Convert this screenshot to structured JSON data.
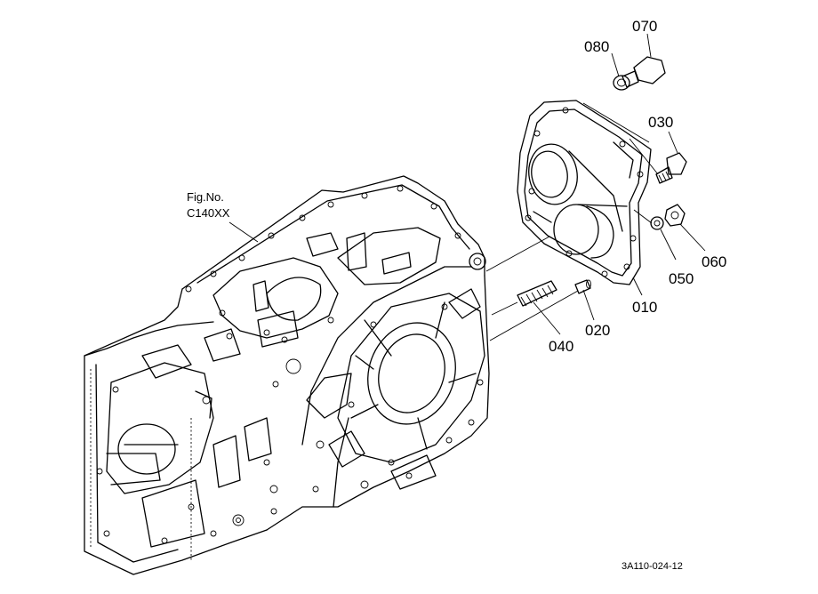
{
  "figure_reference": {
    "line1": "Fig.No.",
    "line2": "C140XX"
  },
  "part_labels": [
    "010",
    "020",
    "030",
    "040",
    "050",
    "060",
    "070",
    "080"
  ],
  "drawing_code": "3A110-024-12"
}
